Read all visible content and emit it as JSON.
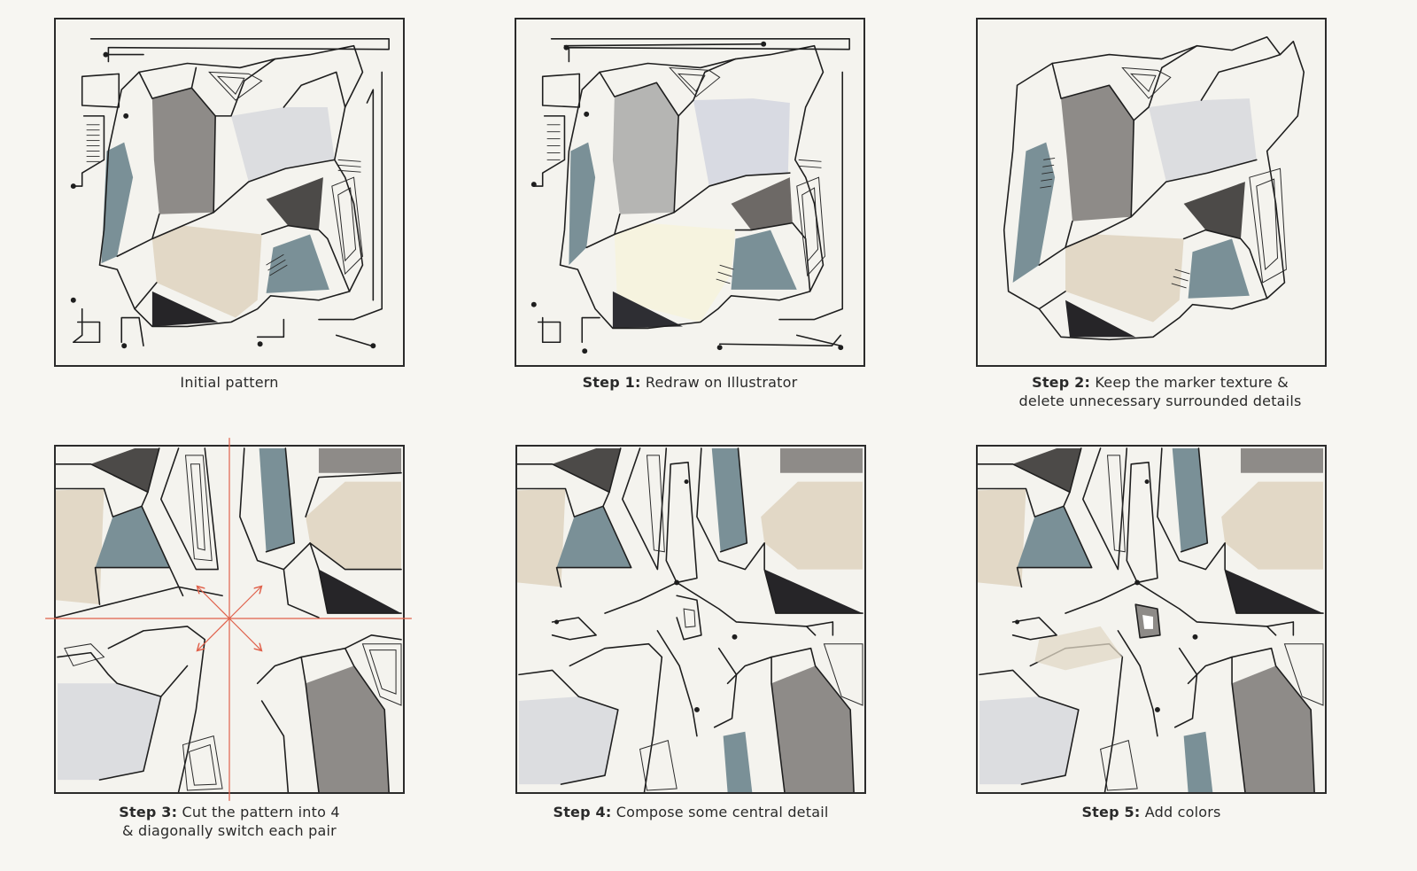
{
  "colors": {
    "background": "#f7f6f2",
    "panel_bg": "#f4f3ee",
    "ink": "#1e1e1e",
    "slate_blue": "#7a9097",
    "mid_gray": "#8e8b88",
    "light_gray": "#dcdde0",
    "dark_gray": "#4c4a48",
    "black": "#262528",
    "beige": "#e2d8c6",
    "cream": "#f6f3df",
    "cut_lines": "#e0604a"
  },
  "captions": {
    "initial": {
      "text": "Initial pattern"
    },
    "step1": {
      "bold": "Step 1:",
      "text": " Redraw on Illustrator"
    },
    "step2": {
      "bold": "Step 2:",
      "text": " Keep the marker texture &",
      "line2": "delete unnecessary surrounded details"
    },
    "step3": {
      "bold": "Step 3:",
      "text": " Cut the pattern into 4",
      "line2": "& diagonally switch each pair"
    },
    "step4": {
      "bold": "Step 4:",
      "text": " Compose some central detail"
    },
    "step5": {
      "bold": "Step 5:",
      "text": " Add colors"
    }
  }
}
